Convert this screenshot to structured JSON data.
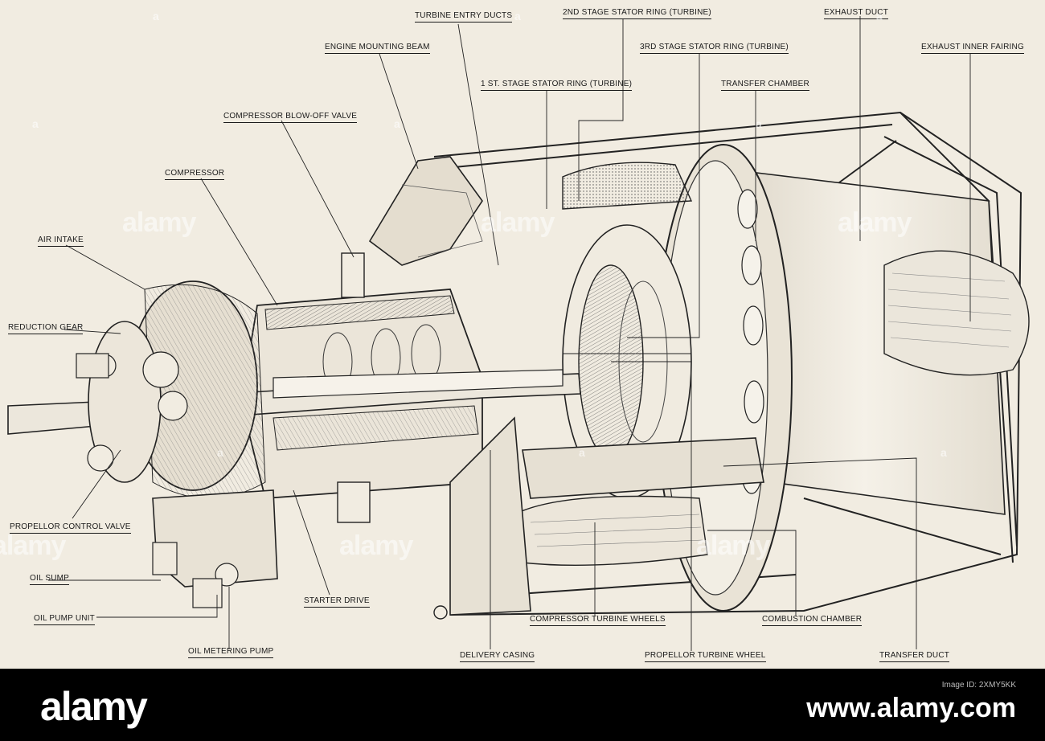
{
  "labels": [
    {
      "id": "turbine-entry-ducts",
      "text": "TURBINE ENTRY DUCTS"
    },
    {
      "id": "2nd-stage-stator-ring",
      "text": "2ND STAGE STATOR RING (TURBINE)"
    },
    {
      "id": "exhaust-duct",
      "text": "EXHAUST DUCT"
    },
    {
      "id": "engine-mounting-beam",
      "text": "ENGINE MOUNTING BEAM"
    },
    {
      "id": "3rd-stage-stator-ring",
      "text": "3RD STAGE STATOR RING (TURBINE)"
    },
    {
      "id": "exhaust-inner-fairing",
      "text": "EXHAUST INNER FAIRING"
    },
    {
      "id": "1st-stage-stator-ring",
      "text": "1 ST. STAGE STATOR RING (TURBINE)"
    },
    {
      "id": "transfer-chamber",
      "text": "TRANSFER CHAMBER"
    },
    {
      "id": "compressor-blow-off-valve",
      "text": "COMPRESSOR BLOW-OFF VALVE"
    },
    {
      "id": "compressor",
      "text": "COMPRESSOR"
    },
    {
      "id": "air-intake",
      "text": "AIR INTAKE"
    },
    {
      "id": "reduction-gear",
      "text": "REDUCTION GEAR"
    },
    {
      "id": "propellor-control-valve",
      "text": "PROPELLOR CONTROL VALVE"
    },
    {
      "id": "oil-sump",
      "text": "OIL SUMP"
    },
    {
      "id": "oil-pump-unit",
      "text": "OIL PUMP UNIT"
    },
    {
      "id": "oil-metering-pump",
      "text": "OIL METERING PUMP"
    },
    {
      "id": "starter-drive",
      "text": "STARTER DRIVE"
    },
    {
      "id": "delivery-casing",
      "text": "DELIVERY CASING"
    },
    {
      "id": "compressor-turbine-wheels",
      "text": "COMPRESSOR TURBINE WHEELS"
    },
    {
      "id": "propellor-turbine-wheel",
      "text": "PROPELLOR TURBINE WHEEL"
    },
    {
      "id": "combustion-chamber",
      "text": "COMBUSTION CHAMBER"
    },
    {
      "id": "transfer-duct",
      "text": "TRANSFER DUCT"
    }
  ],
  "watermark": {
    "text": "alamy"
  },
  "footer": {
    "brand": "alamy",
    "image_id_label": "Image ID: 2XMY5KK",
    "site": "www.alamy.com"
  }
}
